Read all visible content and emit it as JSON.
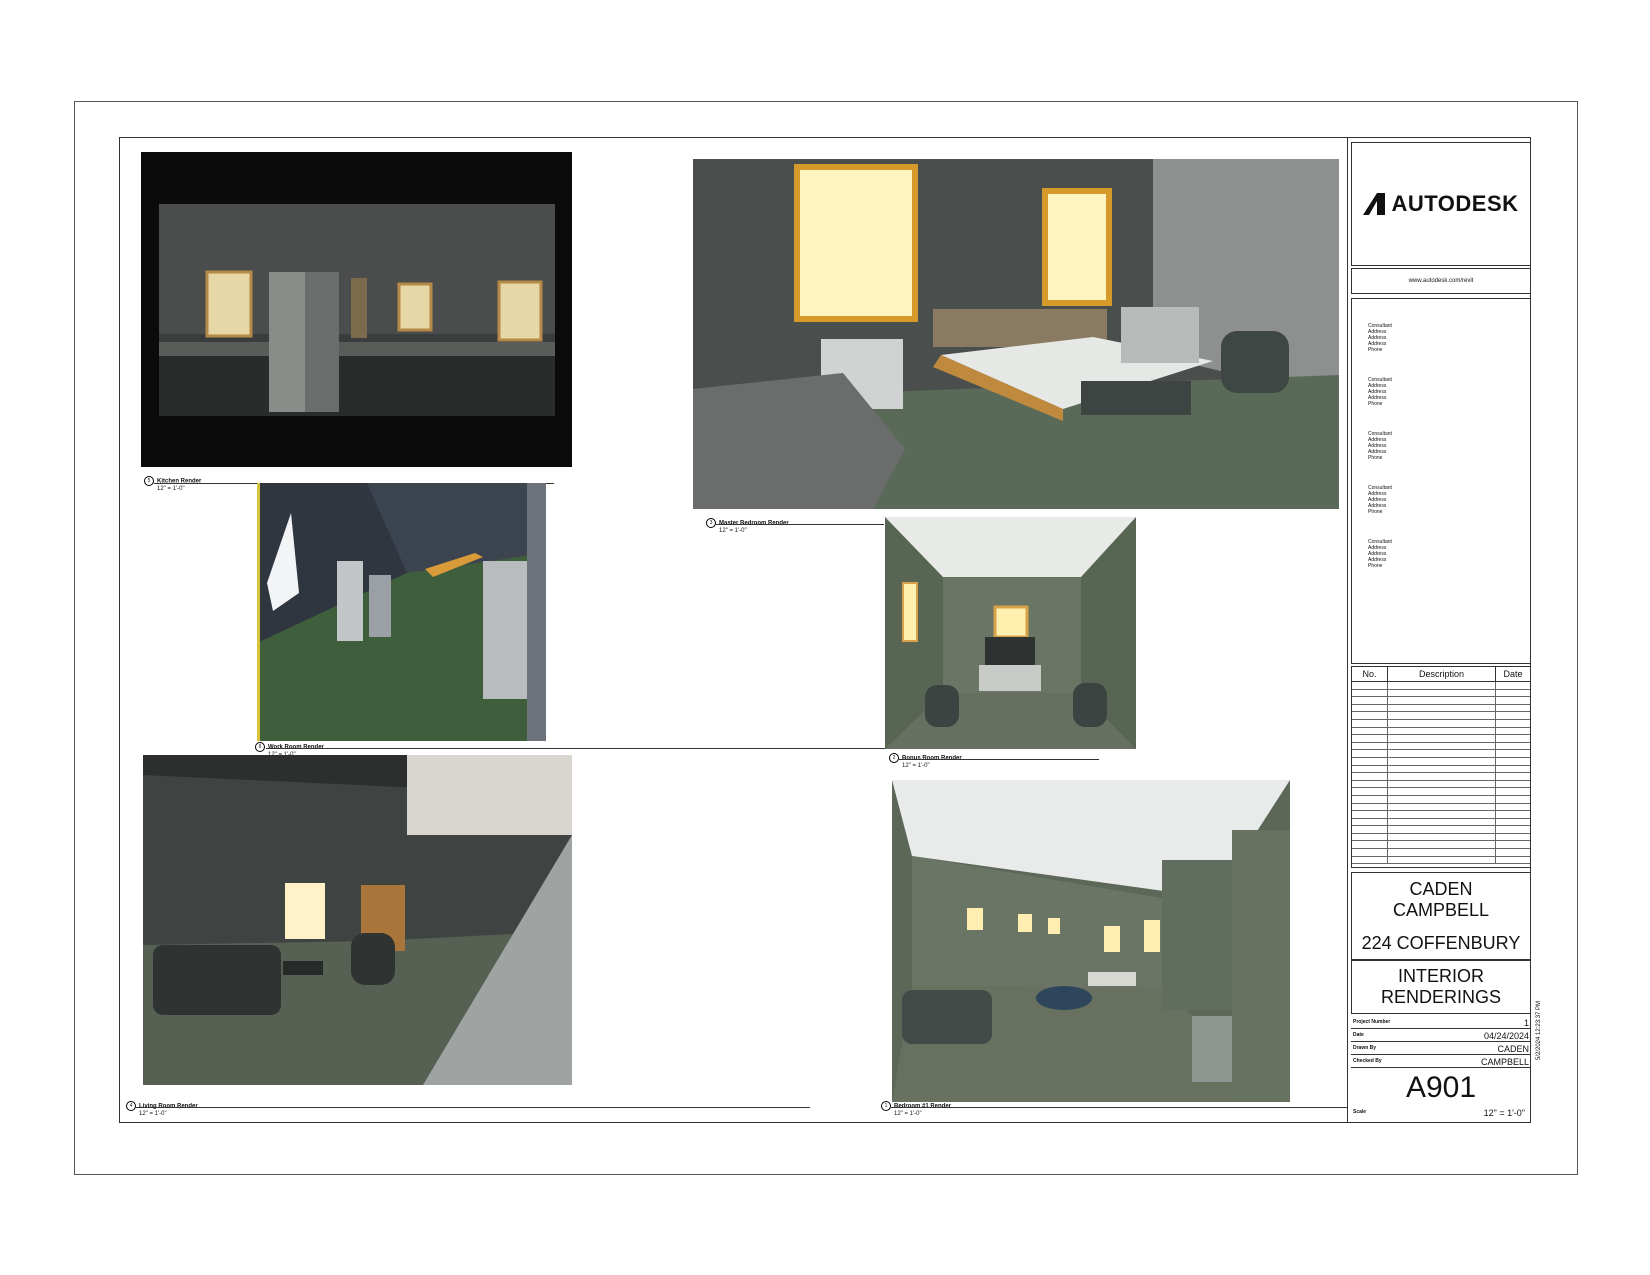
{
  "title_block": {
    "logo_text": "AUTODESK",
    "url": "www.autodesk.com/revit",
    "consultants": [
      [
        "Consultant",
        "Address",
        "Address",
        "Address",
        "Phone"
      ],
      [
        "Consultant",
        "Address",
        "Address",
        "Address",
        "Phone"
      ],
      [
        "Consultant",
        "Address",
        "Address",
        "Address",
        "Phone"
      ],
      [
        "Consultant",
        "Address",
        "Address",
        "Address",
        "Phone"
      ],
      [
        "Consultant",
        "Address",
        "Address",
        "Address",
        "Phone"
      ]
    ],
    "revisions_header": {
      "no": "No.",
      "description": "Description",
      "date": "Date"
    },
    "client_line1": "CADEN",
    "client_line2": "CAMPBELL",
    "project_name": "224 COFFENBURY",
    "sheet_title_line1": "INTERIOR",
    "sheet_title_line2": "RENDERINGS",
    "project_number_label": "Project Number",
    "project_number": "1",
    "date_label": "Date",
    "date": "04/24/2024",
    "drawn_by_label": "Drawn By",
    "drawn_by": "CADEN",
    "checked_by_label": "Checked By",
    "checked_by": "CAMPBELL",
    "sheet_number": "A901",
    "scale_label": "Scale",
    "scale": "12\" = 1'-0\"",
    "print_stamp": "5/2/2024 12:23:37 PM"
  },
  "views": [
    {
      "num": "5",
      "name": "Kitchen Render",
      "scale": "12\" = 1'-0\""
    },
    {
      "num": "3",
      "name": "Master Bedroom Render",
      "scale": "12\" = 1'-0\""
    },
    {
      "num": "6",
      "name": "Work Room Render",
      "scale": "12\" = 1'-0\""
    },
    {
      "num": "2",
      "name": "Bonus Room Render",
      "scale": "12\" = 1'-0\""
    },
    {
      "num": "4",
      "name": "Living Room Render",
      "scale": "12\" = 1'-0\""
    },
    {
      "num": "1",
      "name": "Bedroom #1 Render",
      "scale": "12\" = 1'-0\""
    }
  ]
}
